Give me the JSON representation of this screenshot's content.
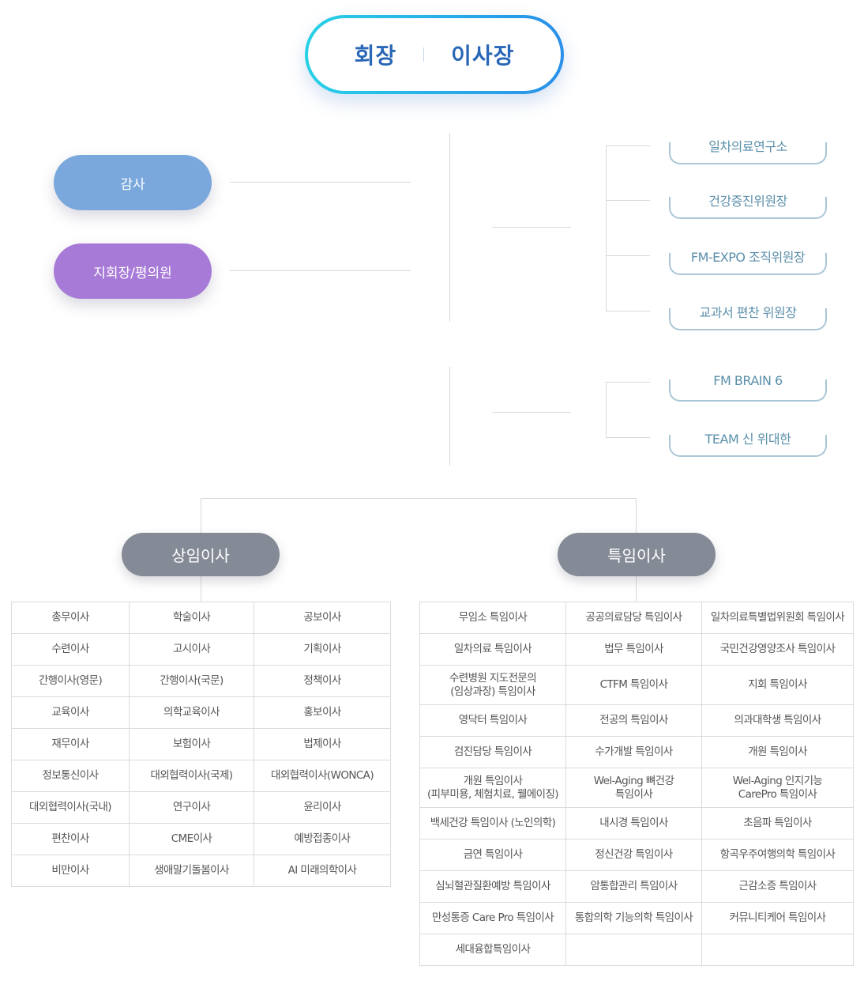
{
  "top": {
    "left": "회장",
    "right": "이사장"
  },
  "left_pills": {
    "audit": "감사",
    "branch": "지회장/평의원"
  },
  "right_group1": [
    "일차의료연구소",
    "건강증진위원장",
    "FM-EXPO 조직위원장",
    "교과서 편찬 위원장"
  ],
  "right_group2": [
    "FM BRAIN 6",
    "TEAM 신 위대한"
  ],
  "sections": {
    "sangim": "상임이사",
    "teukim": "특임이사"
  },
  "colors": {
    "audit": "#7aa8dc",
    "branch": "#a77ad7",
    "section": "#858b96",
    "gradient_start": "#27d1e6",
    "gradient_end": "#2a8fe8"
  },
  "sangim_table": [
    [
      "총무이사",
      "학술이사",
      "공보이사"
    ],
    [
      "수련이사",
      "고시이사",
      "기획이사"
    ],
    [
      "간행이사(영문)",
      "간행이사(국문)",
      "정책이사"
    ],
    [
      "교육이사",
      "의학교육이사",
      "홍보이사"
    ],
    [
      "재무이사",
      "보험이사",
      "법제이사"
    ],
    [
      "정보통신이사",
      "대외협력이사(국제)",
      "대외협력이사(WONCA)"
    ],
    [
      "대외협력이사(국내)",
      "연구이사",
      "윤리이사"
    ],
    [
      "편찬이사",
      "CME이사",
      "예방접종이사"
    ],
    [
      "비만이사",
      "생애말기돌봄이사",
      "AI 미래의학이사"
    ]
  ],
  "teukim_table": [
    [
      "무임소 특임이사",
      "공공의료담당 특임이사",
      "일차의료특별법위원회 특임이사"
    ],
    [
      "일차의료 특임이사",
      "법무 특임이사",
      "국민건강영양조사 특임이사"
    ],
    [
      "수련병원 지도전문의\n(임상과장) 특임이사",
      "CTFM 특임이사",
      "지회 특임이사"
    ],
    [
      "영닥터 특임이사",
      "전공의 특임이사",
      "의과대학생 특임이사"
    ],
    [
      "검진담당 특임이사",
      "수가개발 특임이사",
      "개원 특임이사"
    ],
    [
      "개원 특임이사\n(피부미용, 체험치료, 웰에이징)",
      "Wel-Aging 뼈건강\n특임이사",
      "Wel-Aging 인지기능\nCarePro 특임이사"
    ],
    [
      "백세건강 특임이사 (노인의학)",
      "내시경 특임이사",
      "초음파 특임이사"
    ],
    [
      "금연 특임이사",
      "정신건강 특임이사",
      "항곡우주여행의학 특임이사"
    ],
    [
      "심뇌혈관질환예방 특임이사",
      "암통합관리 특임이사",
      "근감소증 특임이사"
    ],
    [
      "만성통증 Care Pro 특임이사",
      "통합의학 기능의학 특임이사",
      "커뮤니티케어 특임이사"
    ],
    [
      "세대융합특임이사",
      "",
      ""
    ]
  ]
}
